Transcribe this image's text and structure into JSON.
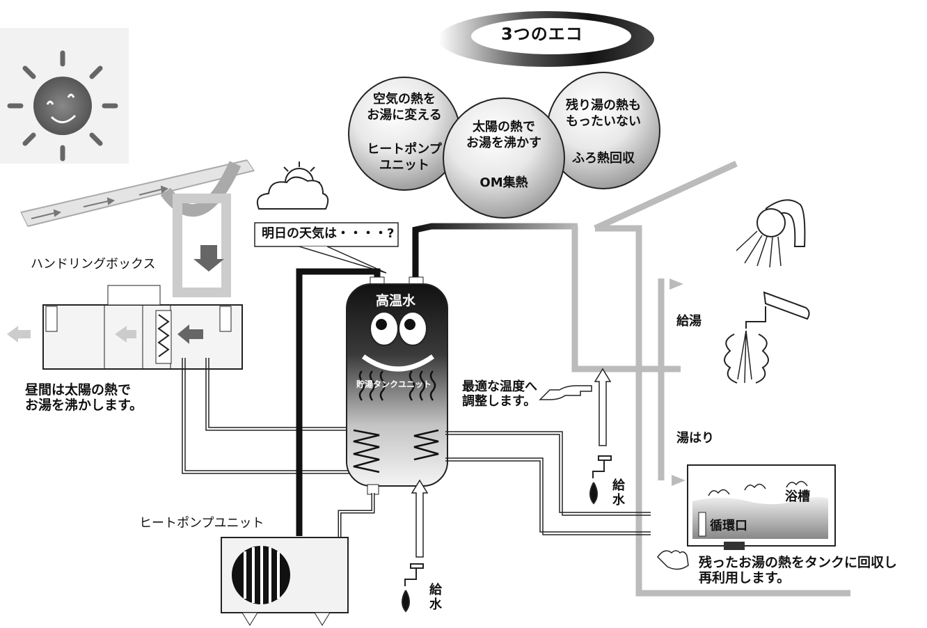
{
  "header": {
    "title": "3つのエコ"
  },
  "eco": [
    {
      "desc_line1": "空気の熱を",
      "desc_line2": "お湯に変える",
      "name_line1": "ヒートポンプ",
      "name_line2": "ユニット"
    },
    {
      "desc_line1": "太陽の熱で",
      "desc_line2": "お湯を沸かす",
      "name_line1": "OM集熱"
    },
    {
      "desc_line1": "残り湯の熱も",
      "desc_line2": "もったいない",
      "name_line1": "ふろ熱回収"
    }
  ],
  "labels": {
    "handling_box": "ハンドリングボックス",
    "daytime_line1": "昼間は太陽の熱で",
    "daytime_line2": "お湯を沸かします。",
    "weather_question": "明日の天気は・・・・?",
    "hot_water": "高温水",
    "tank_unit": "貯湯タンクユニット",
    "optimal_line1": "最適な温度へ",
    "optimal_line2": "調整します。",
    "kyuto": "給湯",
    "yuhari": "湯はり",
    "bathtub": "浴槽",
    "circulation": "循環口",
    "recover_line1": "残ったお湯の熱をタンクに回収し",
    "recover_line2": "再利用します。",
    "heat_pump": "ヒートポンプユニット",
    "water_supply_char1": "給",
    "water_supply_char2": "水"
  }
}
